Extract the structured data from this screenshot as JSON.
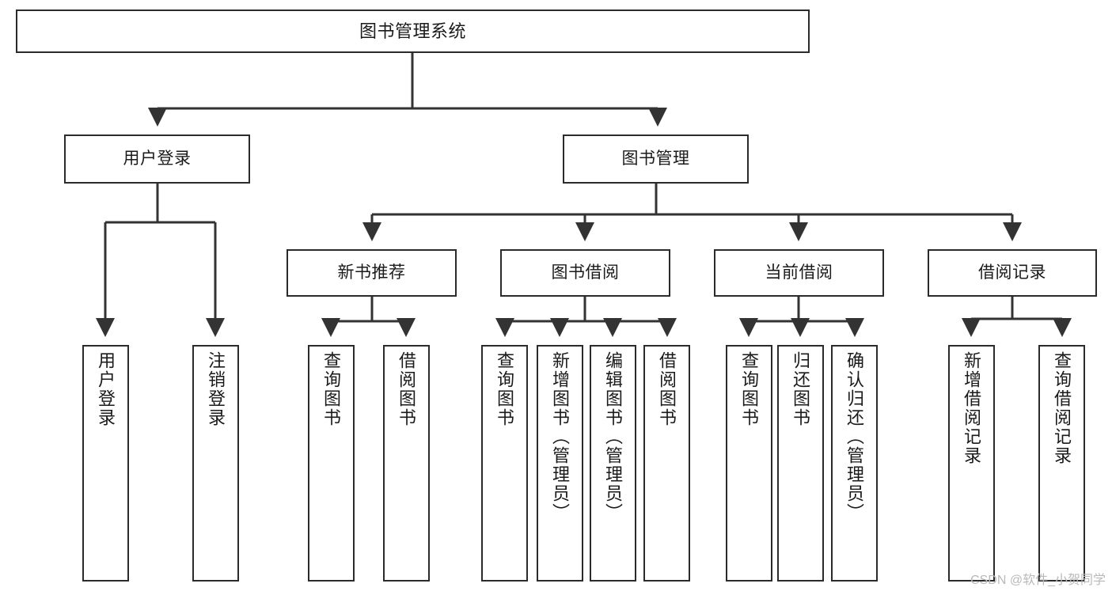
{
  "diagram": {
    "type": "tree-hierarchy",
    "title": "图书管理系统",
    "colors": {
      "box_border": "#2b2b2b",
      "box_fill": "#ffffff",
      "edge": "#333333",
      "text": "#1a1a1a",
      "watermark": "#b9b9b9"
    },
    "root": {
      "label": "图书管理系统"
    },
    "level2": [
      {
        "id": "user-login",
        "label": "用户登录"
      },
      {
        "id": "book-manage",
        "label": "图书管理"
      }
    ],
    "level3": [
      {
        "id": "new-book-recommend",
        "label": "新书推荐"
      },
      {
        "id": "book-borrow",
        "label": "图书借阅"
      },
      {
        "id": "current-borrow",
        "label": "当前借阅"
      },
      {
        "id": "borrow-record",
        "label": "借阅记录"
      }
    ],
    "leaves": {
      "user_login": [
        {
          "id": "leaf-user-login",
          "label": "用户登录"
        },
        {
          "id": "leaf-logout-login",
          "label": "注销登录"
        }
      ],
      "new_book_recommend": [
        {
          "id": "leaf-query-book-1",
          "label": "查询图书"
        },
        {
          "id": "leaf-borrow-book-1",
          "label": "借阅图书"
        }
      ],
      "book_borrow": [
        {
          "id": "leaf-query-book-2",
          "label": "查询图书"
        },
        {
          "id": "leaf-add-book",
          "label": "新增图书（管理员）"
        },
        {
          "id": "leaf-edit-book",
          "label": "编辑图书（管理员）"
        },
        {
          "id": "leaf-borrow-book-2",
          "label": "借阅图书"
        }
      ],
      "current_borrow": [
        {
          "id": "leaf-query-book-3",
          "label": "查询图书"
        },
        {
          "id": "leaf-return-book",
          "label": "归还图书"
        },
        {
          "id": "leaf-confirm-return",
          "label": "确认归还（管理员）"
        }
      ],
      "borrow_record": [
        {
          "id": "leaf-add-record",
          "label": "新增借阅记录"
        },
        {
          "id": "leaf-query-record",
          "label": "查询借阅记录"
        }
      ]
    }
  },
  "watermark": {
    "text": "CSDN @软件_小贺同学"
  }
}
